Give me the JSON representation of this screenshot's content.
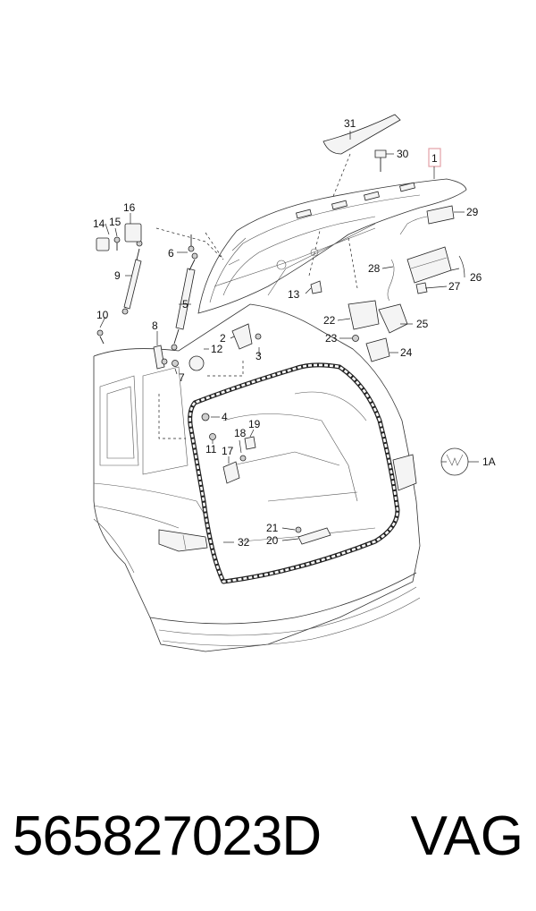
{
  "callouts": {
    "c1": "1",
    "c1a": "1A",
    "c2": "2",
    "c3": "3",
    "c4": "4",
    "c5": "5",
    "c6": "6",
    "c7": "7",
    "c8": "8",
    "c9": "9",
    "c10": "10",
    "c11": "11",
    "c12": "12",
    "c13": "13",
    "c14": "14",
    "c15": "15",
    "c16": "16",
    "c17": "17",
    "c18": "18",
    "c19": "19",
    "c20": "20",
    "c21": "21",
    "c22": "22",
    "c23": "23",
    "c24": "24",
    "c25": "25",
    "c26": "26",
    "c27": "27",
    "c28": "28",
    "c29": "29",
    "c30": "30",
    "c31": "31",
    "c32": "32"
  },
  "footer": {
    "part_number": "565827023D",
    "brand": "VAG"
  },
  "colors": {
    "highlight_box": "#e3a0a6",
    "line": "#222222"
  }
}
